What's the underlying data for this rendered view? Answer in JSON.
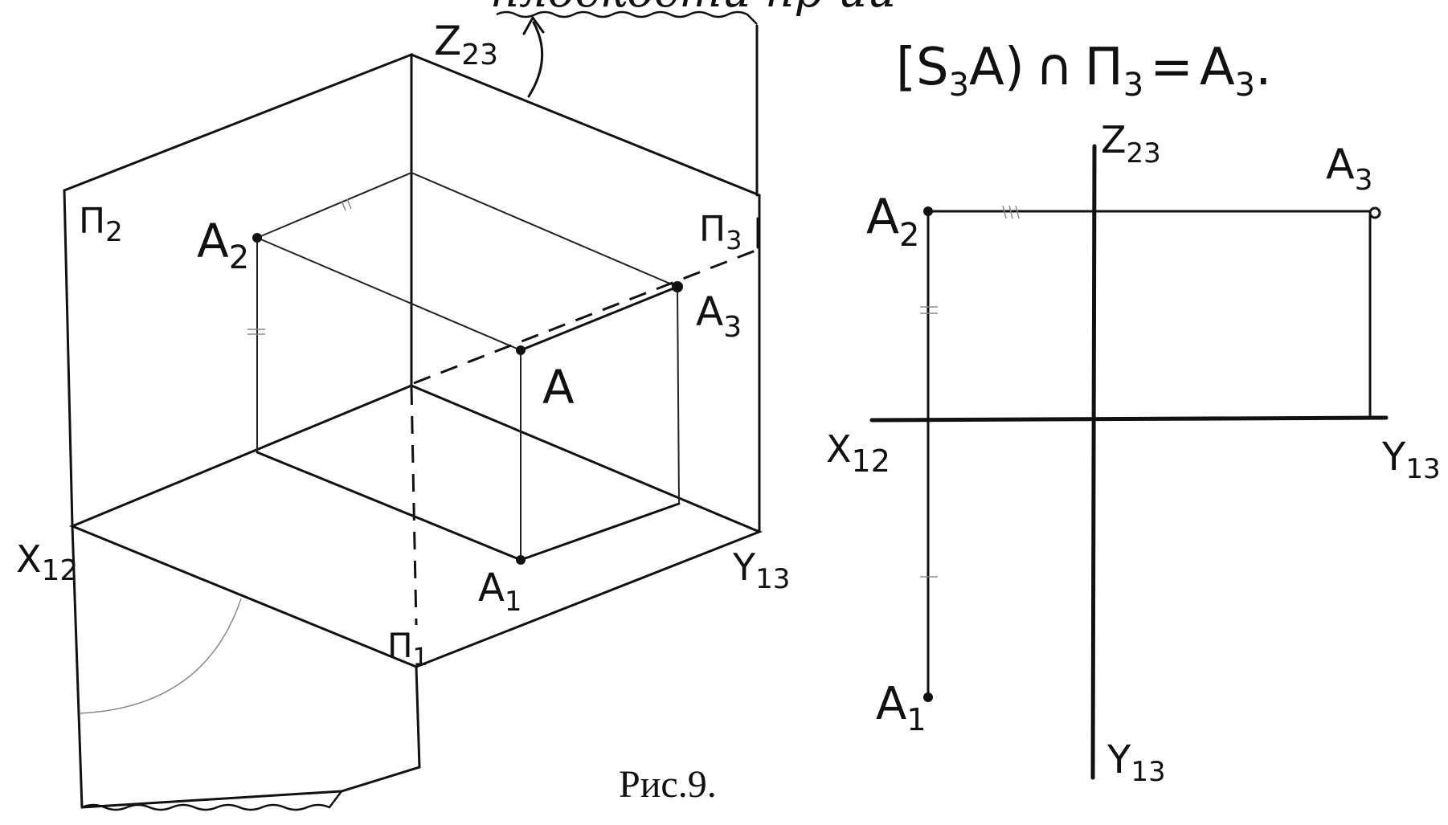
{
  "heading_fragment": "плоскости пр-ии",
  "formula": {
    "open_bracket": "[",
    "s": "S",
    "s_sub": "3",
    "a": "A",
    "close_paren": ")",
    "cap": "∩",
    "pi": "П",
    "pi_sub": "3",
    "equals": "=",
    "res": "A",
    "res_sub": "3",
    "dot": "."
  },
  "axonometric": {
    "z": {
      "main": "Z",
      "sub": "23"
    },
    "pi2": {
      "main": "П",
      "sub": "2"
    },
    "pi3": {
      "main": "П",
      "sub": "3"
    },
    "pi1": {
      "main": "П",
      "sub": "1"
    },
    "a2": {
      "main": "A",
      "sub": "2"
    },
    "a3": {
      "main": "A",
      "sub": "3"
    },
    "a": {
      "main": "A"
    },
    "a1": {
      "main": "A",
      "sub": "1"
    },
    "x": {
      "main": "X",
      "sub": "12"
    },
    "y": {
      "main": "Y",
      "sub": "13"
    }
  },
  "epure": {
    "z": {
      "main": "Z",
      "sub": "23"
    },
    "a2": {
      "main": "A",
      "sub": "2"
    },
    "a3": {
      "main": "A",
      "sub": "3"
    },
    "x": {
      "main": "X",
      "sub": "12"
    },
    "y_right": {
      "main": "Y",
      "sub": "13"
    },
    "a1": {
      "main": "A",
      "sub": "1"
    },
    "y_bottom": {
      "main": "Y",
      "sub": "13"
    }
  },
  "caption": "Рис.9."
}
